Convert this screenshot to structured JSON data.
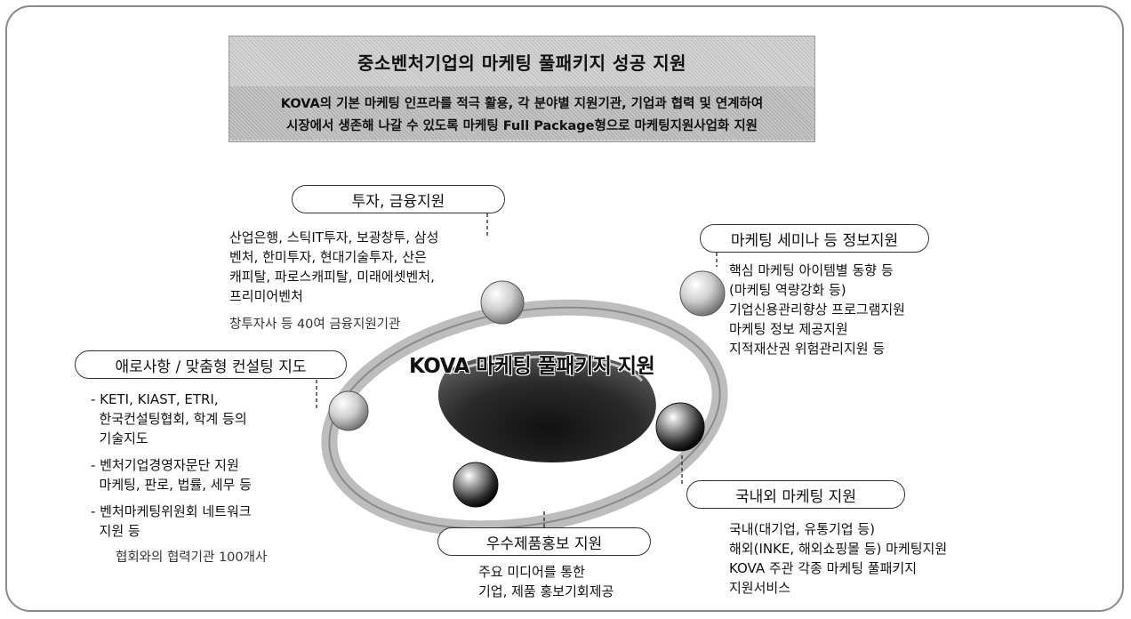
{
  "banner": {
    "title": "중소벤처기업의 마케팅 풀패키지 성공 지원",
    "line1": "KOVA의 기본 마케팅 인프라를 적극 활용, 각 분야별 지원기관, 기업과 협력 및 연계하여",
    "line2": "시장에서 생존해 나갈 수 있도록 마케팅 Full Package형으로 마케팅지원사업화 지원"
  },
  "center": {
    "title": "KOVA 마케팅 풀패키지 지원"
  },
  "nodes": {
    "finance": {
      "label": "투자, 금융지원",
      "lines": [
        "산업은행, 스틱IT투자, 보광창투, 삼성",
        "벤처, 한미투자, 현대기술투자, 산은",
        "캐피탈, 파로스캐피탈, 미래에셋벤처,",
        "프리미어벤처"
      ],
      "note": "창투자사 등 40여 금융지원기관"
    },
    "seminar": {
      "label": "마케팅 세미나 등 정보지원",
      "lines": [
        "핵심 마케팅 아이템별 동향 등",
        "(마케팅 역량강화 등)",
        "기업신용관리향상 프로그램지원",
        "마케팅 정보 제공지원",
        "지적재산권 위험관리지원 등"
      ]
    },
    "consulting": {
      "label": "애로사항 / 맞춤형 컨설팅 지도",
      "lines": [
        "- KETI, KIAST, ETRI,",
        "  한국컨설팅협회, 학계 등의",
        "  기술지도",
        "- 벤처기업경영자문단 지원",
        "  마케팅, 판로, 법률, 세무 등",
        "- 벤처마케팅위원회 네트워크",
        "  지원 등"
      ],
      "note": "협회와의 협력기관 100개사"
    },
    "domestic": {
      "label": "국내외 마케팅 지원",
      "lines": [
        "국내(대기업, 유통기업 등)",
        "해외(INKE, 해외쇼핑몰 등) 마케팅지원",
        "KOVA 주관 각종 마케팅 풀패키지",
        "지원서비스"
      ]
    },
    "promotion": {
      "label": "우수제품홍보 지원",
      "lines": [
        "주요 미디어를 통한",
        "기업, 제품 홍보기회제공"
      ]
    }
  }
}
